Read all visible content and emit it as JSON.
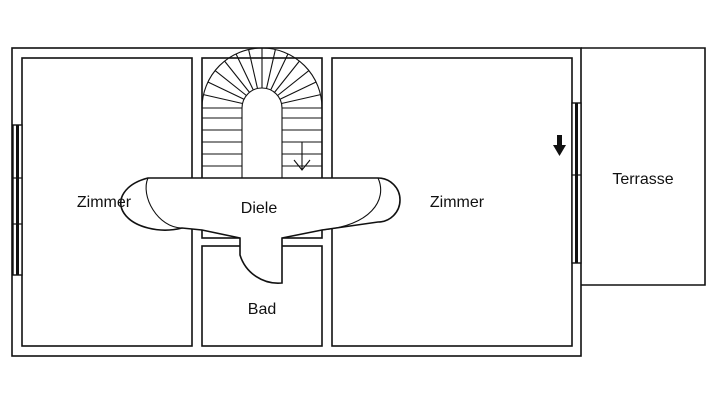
{
  "plan": {
    "rooms": [
      {
        "id": "zimmer-left",
        "label": "Zimmer"
      },
      {
        "id": "diele",
        "label": "Diele"
      },
      {
        "id": "bad",
        "label": "Bad"
      },
      {
        "id": "zimmer-right",
        "label": "Zimmer"
      },
      {
        "id": "terrasse",
        "label": "Terrasse"
      }
    ],
    "symbols": [
      "stair-down-arrow-icon",
      "entry-arrow-icon",
      "window-icon",
      "spiral-staircase"
    ],
    "colors": {
      "line": "#111111",
      "background": "#ffffff"
    }
  }
}
